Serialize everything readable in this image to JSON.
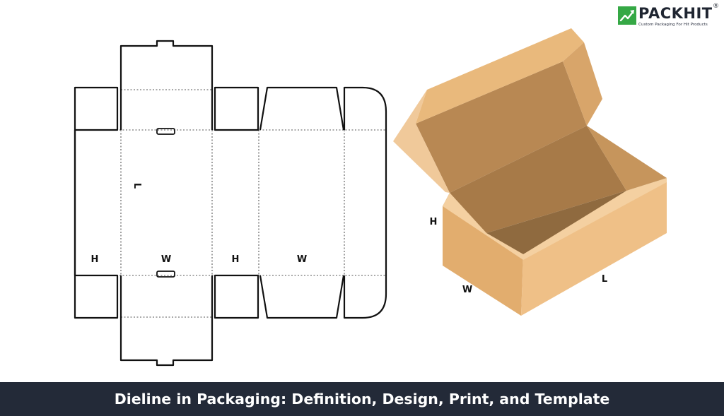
{
  "logo": {
    "brand": "PACKHIT",
    "registered": "®",
    "tagline": "Custom Packaging For Hit Products",
    "mark_icon": "upward-arrow-icon"
  },
  "dieline": {
    "labels": {
      "length": "L",
      "height_left": "H",
      "width_left": "W",
      "height_right": "H",
      "width_right": "W"
    }
  },
  "box": {
    "labels": {
      "height": "H",
      "width": "W",
      "length": "L"
    }
  },
  "title_band": {
    "text": "Dieline in Packaging: Definition, Design, Print, and Template"
  },
  "colors": {
    "band": "#232a38",
    "brand_green": "#35a845",
    "outline": "#111111",
    "box_light": "#efc38a",
    "box_mid": "#d9a76a",
    "box_inner": "#b58450",
    "box_dark": "#8e6a3e"
  }
}
